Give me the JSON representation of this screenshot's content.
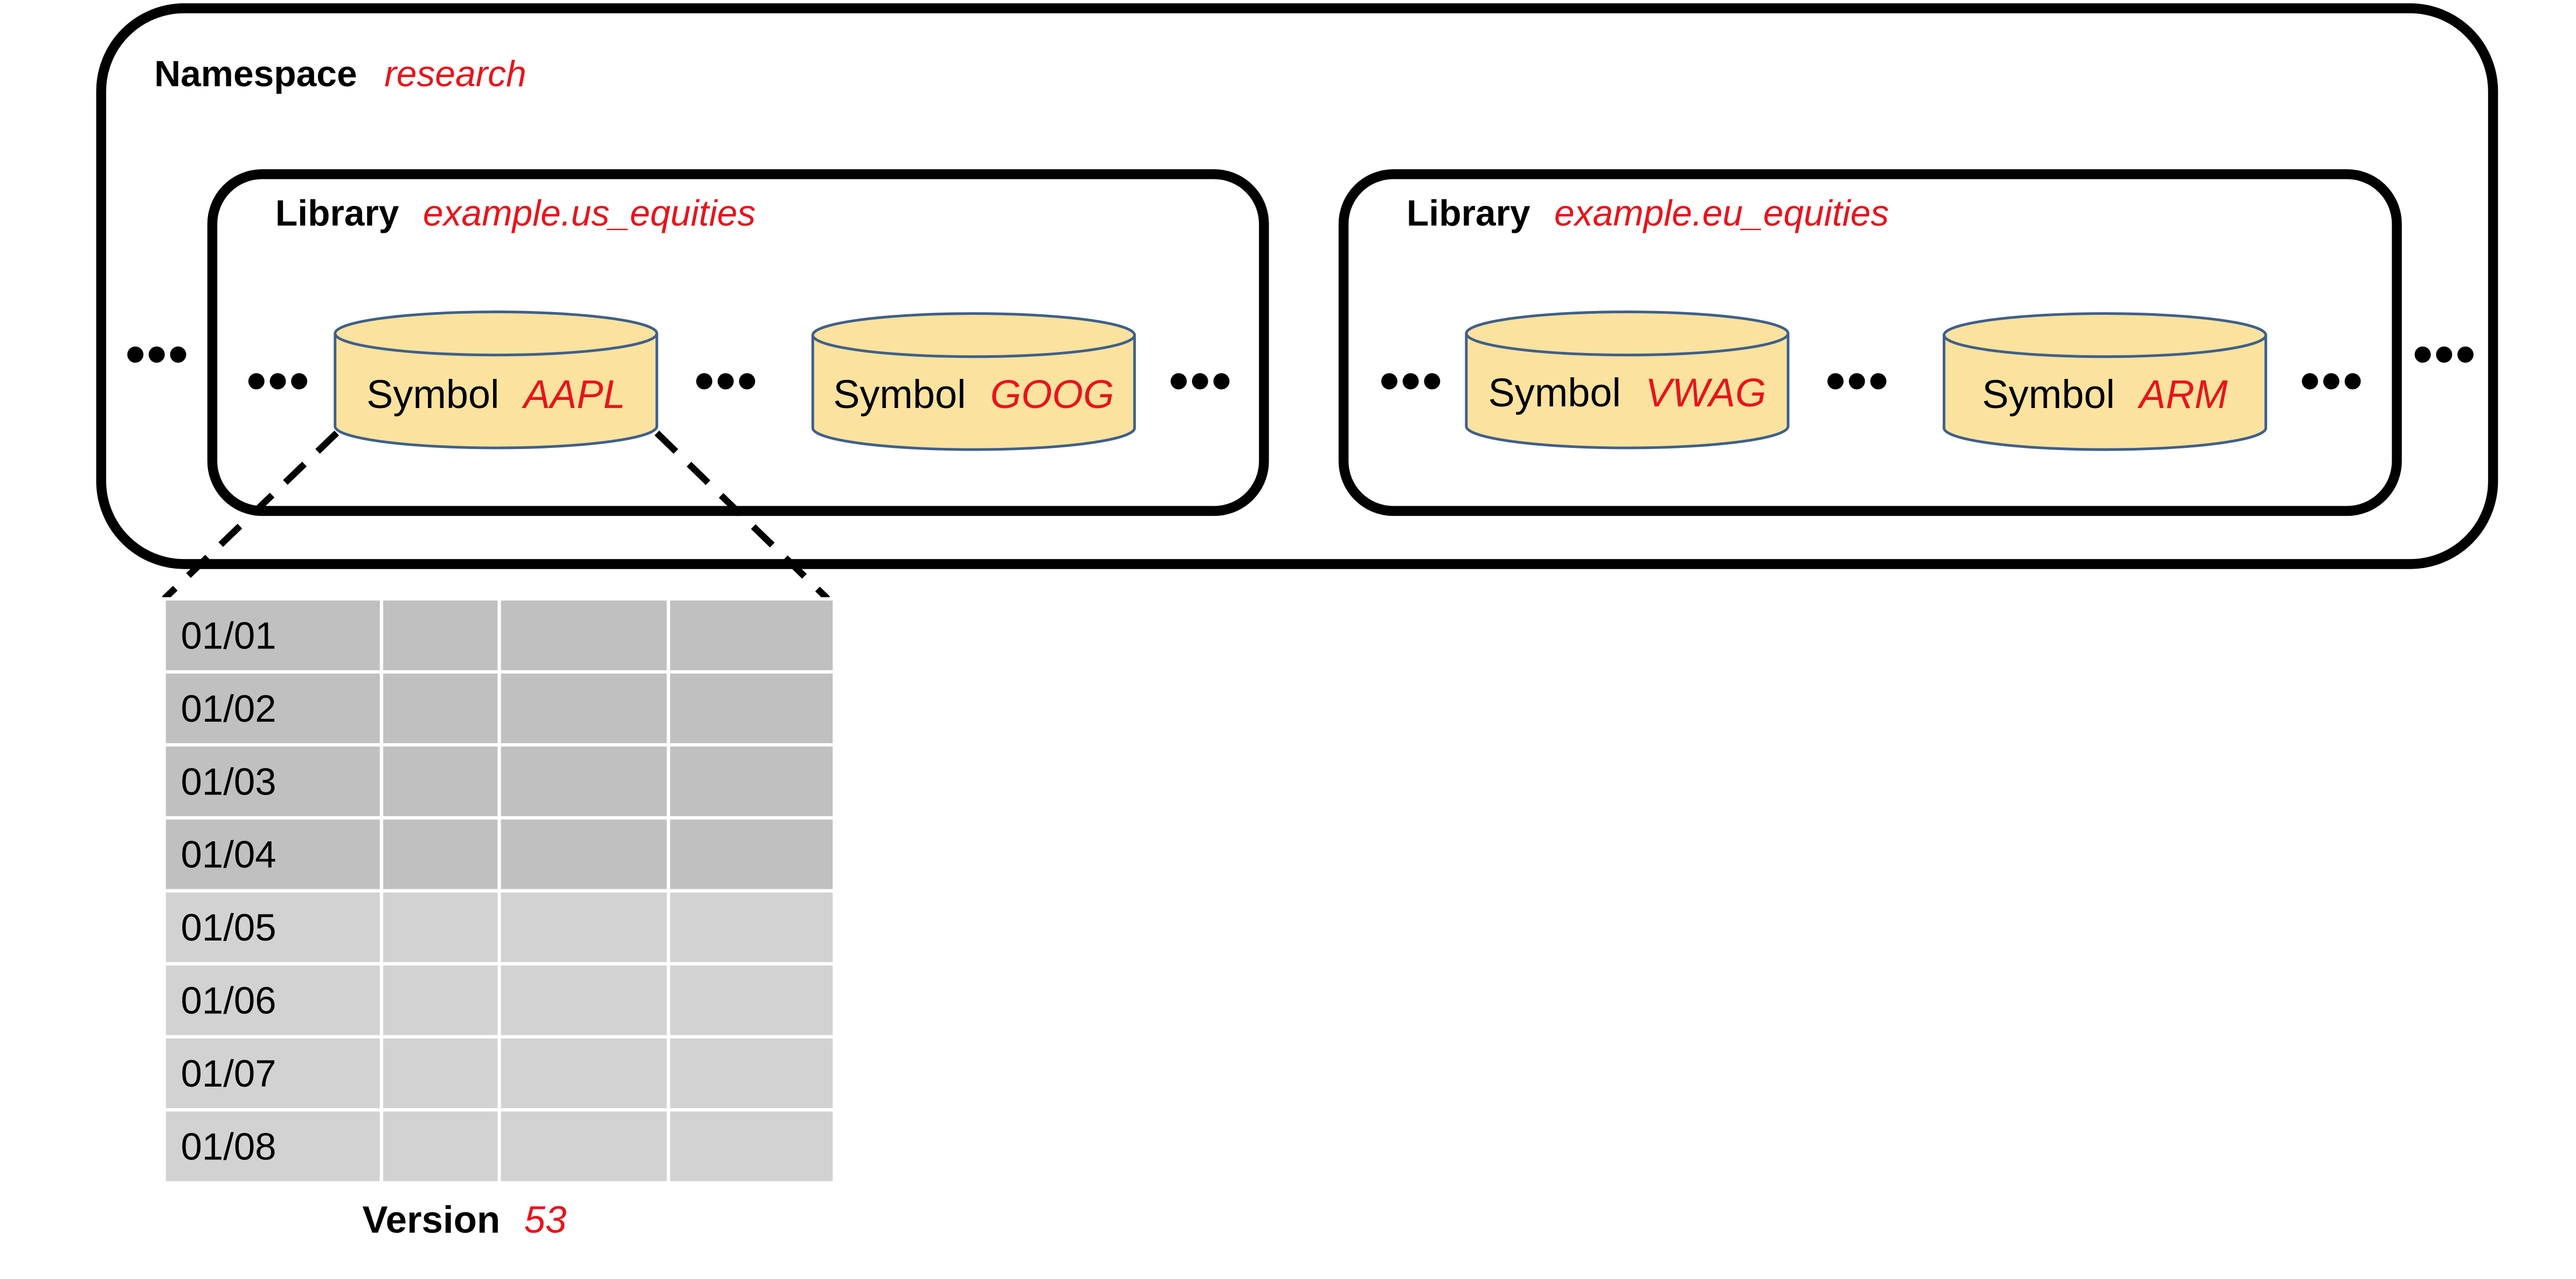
{
  "namespace": {
    "keyword": "Namespace",
    "name": "research"
  },
  "libraries": [
    {
      "keyword": "Library",
      "name": "example.us_equities",
      "symbols": [
        {
          "keyword": "Symbol",
          "name": "AAPL"
        },
        {
          "keyword": "Symbol",
          "name": "GOOG"
        }
      ]
    },
    {
      "keyword": "Library",
      "name": "example.eu_equities",
      "symbols": [
        {
          "keyword": "Symbol",
          "name": "VWAG"
        },
        {
          "keyword": "Symbol",
          "name": "ARM"
        }
      ]
    }
  ],
  "ellipsis": "•••",
  "version_table": {
    "rows": [
      "01/01",
      "01/02",
      "01/03",
      "01/04",
      "01/05",
      "01/06",
      "01/07",
      "01/08"
    ],
    "highlighted_row_count": 4,
    "keyword": "Version",
    "number": "53"
  },
  "colors": {
    "accent": "#e8141b",
    "cylinder_fill": "#fbe29e",
    "cylinder_stroke": "#3e5f8a",
    "row_dark": "#c0c0c0",
    "row_light": "#d2d2d2"
  }
}
